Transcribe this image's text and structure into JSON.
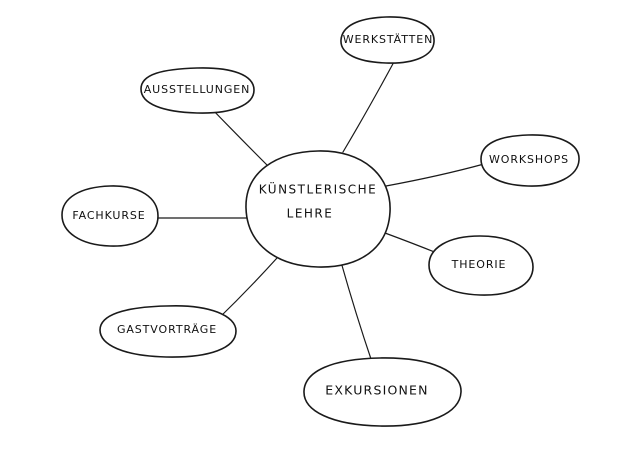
{
  "diagram": {
    "center": {
      "line1": "KÜNSTLERISCHE",
      "line2": "LEHRE"
    },
    "branches": [
      "WERKSTÄTTEN",
      "AUSSTELLUNGEN",
      "WORKSHOPS",
      "FACHKURSE",
      "THEORIE",
      "GASTVORTRÄGE",
      "EXKURSIONEN"
    ]
  }
}
